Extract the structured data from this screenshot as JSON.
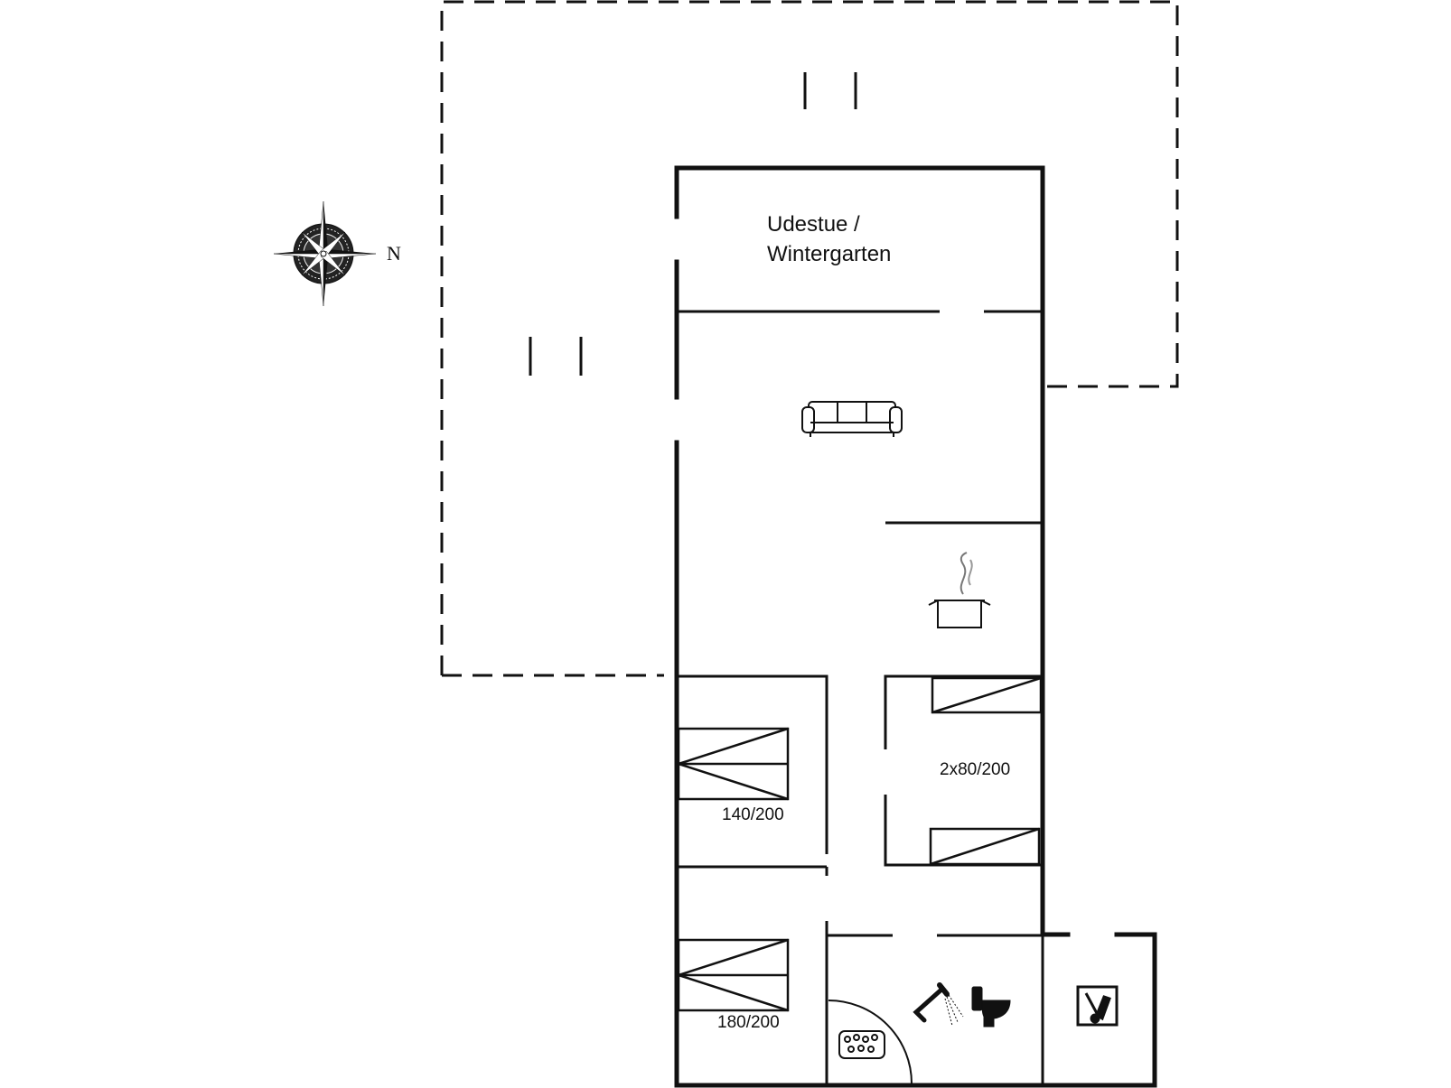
{
  "compass": {
    "icon": "compass-rose-icon",
    "north_label": "N"
  },
  "rooms": {
    "wintergarden": {
      "label_line1": "Udestue /",
      "label_line2": "Wintergarten"
    },
    "living_room": {
      "icon": "sofa-icon"
    },
    "kitchen": {
      "icon": "cooking-pot-icon"
    },
    "bedroom_1": {
      "bed_size": "140/200"
    },
    "bedroom_2": {
      "bed_size": "2x80/200"
    },
    "bedroom_3": {
      "bed_size": "180/200"
    },
    "bathroom": {
      "icons": [
        "sauna-icon",
        "shower-icon",
        "toilet-icon"
      ]
    },
    "utility": {
      "icon": "washing-machine-icon"
    }
  },
  "terrace": {
    "style": "dashed outline"
  },
  "colors": {
    "wall": "#111111",
    "background": "#ffffff"
  }
}
